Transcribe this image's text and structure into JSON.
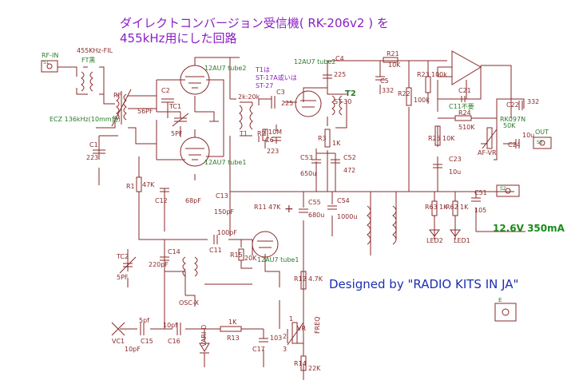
{
  "title": {
    "line1": "ダイレクトコンバージョン受信機( RK-206v2 ) を",
    "line2": "455kHz用にした回路"
  },
  "credit": "Designed by  \"RADIO KITS IN JA\"",
  "power_label": "12.6V  350mA",
  "connectors": {
    "rf_in": "RF-IN",
    "s1": "S1",
    "out": "OUT",
    "s2": "S2",
    "s3": "S3",
    "e": "E"
  },
  "labels": {
    "fil": "455KHz-FIL",
    "ft": "FT黒",
    "rf": "RF",
    "ecz": "ECZ 136kHz(10mm角)",
    "c1": "C1",
    "c1v": "223",
    "c2": "C2",
    "c2v": "56PF",
    "tc1": "TC1",
    "tc1v": "5PF",
    "r1": "R1",
    "r1v": "47K",
    "c12": "C12",
    "c12v": "68pF",
    "c13": "C13",
    "c13v": "150pF",
    "tube_top": "12AU7 tube2",
    "tube_bot": "12AU7 tube1",
    "t1_note1": "T1は",
    "t1_note2": "ST-17A或いは",
    "t1_note3": "ST-27",
    "t1": "T1",
    "t1_imp": "2k:20k",
    "c3": "C3",
    "c3v": "225",
    "r2": "R2",
    "r2v": "10M",
    "c6": "C6",
    "c6v": "223",
    "tube_mid2": "12AU7 tube2",
    "c4": "C4",
    "c4v": "225",
    "t2": "T2",
    "t2v": "ST-30",
    "r3": "R3",
    "r3v": "1K",
    "c53": "C53",
    "c53v": "650u",
    "c52": "C52",
    "c52v": "472",
    "c55": "C55",
    "c55v": "680u",
    "c54": "C54",
    "c54v": "1000u",
    "r21": "R21",
    "r21v": "10K",
    "c5": "C5",
    "c5v": "332",
    "r22": "R22",
    "r22v": "100k",
    "r23": "R23",
    "r23v": "100k",
    "c21": "C21",
    "c11": "C11不要",
    "c22": "C22",
    "c22v": "332",
    "r24": "R24",
    "r24v": "510K",
    "rk": "RK097N",
    "rkv": "50K",
    "r25": "R25",
    "r25v": "10K",
    "c23": "C23",
    "c23v": "10u",
    "afvr": "AF-VR",
    "c24": "C24",
    "c24v": "10u",
    "c51": "C51",
    "c51v": "105",
    "r63": "R63",
    "r63v": "1K",
    "r62": "R62",
    "r62v": "1K",
    "led2": "LED2",
    "led1": "LED1",
    "tc2": "TC2",
    "tc2v": "5PF",
    "c14": "C14",
    "c14v": "220pF",
    "c11b": "C11",
    "c11bv": "100pF",
    "r15": "R15",
    "r15v": "20K",
    "r11": "R11",
    "r11v": "47K",
    "tube_osc": "12AU7 tube1",
    "osc": "OSC-X",
    "r12": "R12",
    "r12v": "4.7K",
    "vc1": "VC1",
    "vc1v": "10pF",
    "c15": "C15",
    "c15v": "5pf",
    "c16": "C16",
    "c16v": "10pf",
    "r13": "R13",
    "r13v": "1K",
    "c17": "C17",
    "c17v": "103",
    "varid": "VARI-D",
    "r14": "R14",
    "r14v": "22K",
    "vr": "VR",
    "freq": "FREQ",
    "p1": "1",
    "p2": "2",
    "p3": "3"
  }
}
